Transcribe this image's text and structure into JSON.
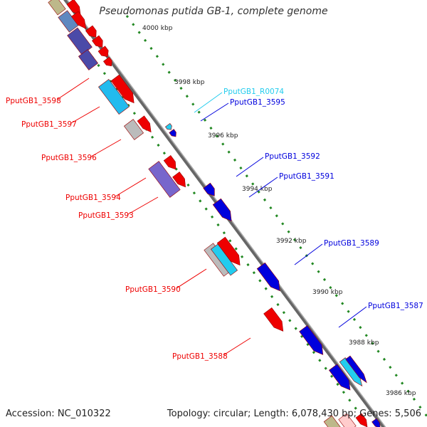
{
  "title": "Pseudomonas putida GB-1, complete genome",
  "accession": "Accession: NC_010322",
  "topology": "Topology: circular; Length: 6,078,430 bp; Genes: 5,506",
  "colors": {
    "forward": "#ee0000",
    "reverse": "#0000dd",
    "rna": "#22ccee",
    "backbone": "#888888",
    "ruler": "#228822"
  },
  "ticks": [
    "4000 kbp",
    "3998 kbp",
    "3996 kbp",
    "3994 kbp",
    "3992 kbp",
    "3990 kbp",
    "3988 kbp",
    "3986 kbp"
  ],
  "left_labels": [
    "PputGB1_3598",
    "PputGB1_3597",
    "PputGB1_3596",
    "PputGB1_3594",
    "PputGB1_3593",
    "PputGB1_3590",
    "PputGB1_3588"
  ],
  "right_labels": [
    {
      "text": "PputGB1_R0074",
      "kind": "rna"
    },
    {
      "text": "PputGB1_3595",
      "kind": "reverse"
    },
    {
      "text": "PputGB1_3592",
      "kind": "reverse"
    },
    {
      "text": "PputGB1_3591",
      "kind": "reverse"
    },
    {
      "text": "PputGB1_3589",
      "kind": "reverse"
    },
    {
      "text": "PputGB1_3587",
      "kind": "reverse"
    }
  ]
}
